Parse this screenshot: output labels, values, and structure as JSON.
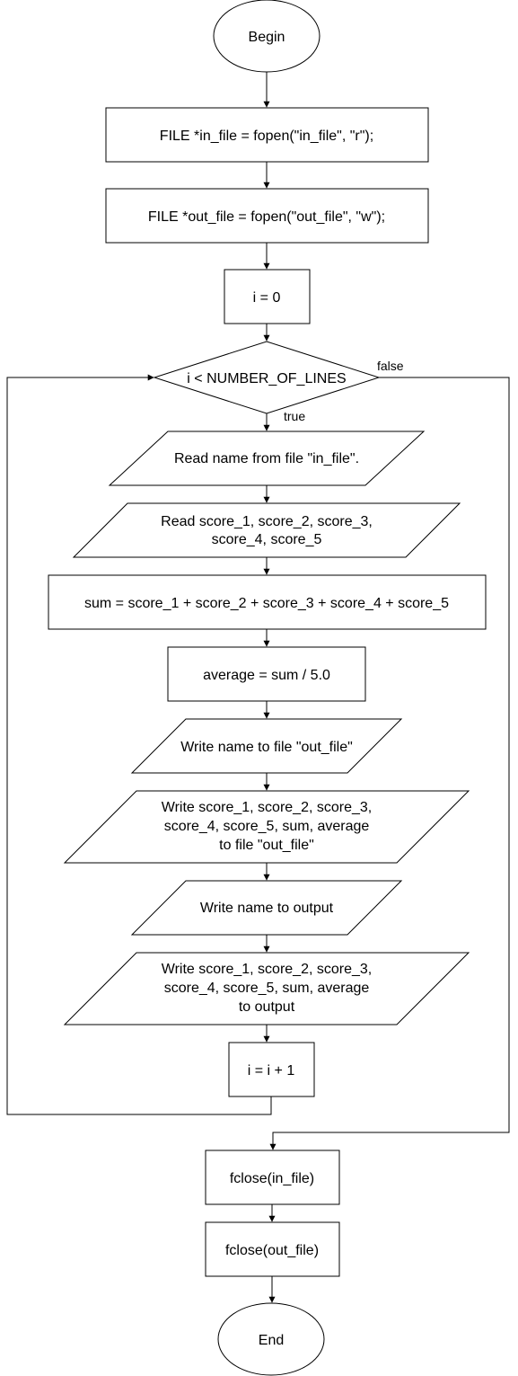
{
  "nodes": {
    "begin": "Begin",
    "open_in": "FILE *in_file = fopen(\"in_file\", \"r\");",
    "open_out": "FILE *out_file = fopen(\"out_file\", \"w\");",
    "init_i": "i = 0",
    "condition": "i < NUMBER_OF_LINES",
    "read_name": "Read name from file \"in_file\".",
    "read_scores": [
      "Read score_1, score_2, score_3,",
      "score_4, score_5"
    ],
    "sum": "sum = score_1 + score_2 + score_3 + score_4 + score_5",
    "average": "average = sum / 5.0",
    "write_name_file": "Write name to file \"out_file\"",
    "write_scores_file": [
      "Write score_1, score_2, score_3,",
      "score_4, score_5, sum, average",
      "to file \"out_file\""
    ],
    "write_name_out": "Write name to output",
    "write_scores_out": [
      "Write score_1, score_2, score_3,",
      "score_4, score_5, sum, average",
      "to output"
    ],
    "increment": "i = i + 1",
    "close_in": "fclose(in_file)",
    "close_out": "fclose(out_file)",
    "end": "End"
  },
  "edges": {
    "true_label": "true",
    "false_label": "false"
  }
}
